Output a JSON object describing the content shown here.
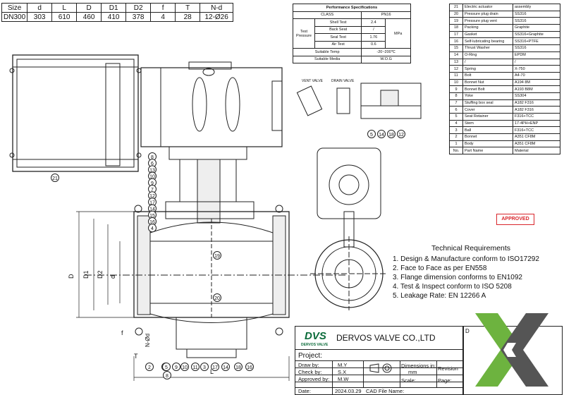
{
  "dims": {
    "headers": [
      "Size",
      "d",
      "L",
      "D",
      "D1",
      "D2",
      "f",
      "T",
      "N-d"
    ],
    "row": [
      "DN300",
      "303",
      "610",
      "460",
      "410",
      "378",
      "4",
      "28",
      "12-Ø26"
    ]
  },
  "performance": {
    "title": "Performance Specifications",
    "class_label": "CLASS",
    "class_value": "PN16",
    "test_label": "Test Pressure",
    "tests": [
      {
        "name": "Shell Test",
        "value": "2.4"
      },
      {
        "name": "Back Seat",
        "value": "/"
      },
      {
        "name": "Seal Test",
        "value": "1.76"
      },
      {
        "name": "Air Test",
        "value": "0.6"
      }
    ],
    "unit": "MPa",
    "temp_label": "Suitable Temp",
    "temp_value": "-20~200℃",
    "media_label": "Suitable Media",
    "media_value": "W.O.G"
  },
  "parts": {
    "rows": [
      {
        "no": "21",
        "name": "Electric actuator",
        "material": "assembly"
      },
      {
        "no": "20",
        "name": "Pressure plug drain",
        "material": "SS316"
      },
      {
        "no": "19",
        "name": "Pressure plug vent",
        "material": "SS316"
      },
      {
        "no": "18",
        "name": "Packing",
        "material": "Graphite"
      },
      {
        "no": "17",
        "name": "Gasket",
        "material": "SS316+Graphite"
      },
      {
        "no": "16",
        "name": "Self-lubricating bearing",
        "material": "SS316+PTFE"
      },
      {
        "no": "15",
        "name": "Thrust Washer",
        "material": "SS316"
      },
      {
        "no": "14",
        "name": "O-Ring",
        "material": "EPDM"
      },
      {
        "no": "13",
        "name": "/",
        "material": "/"
      },
      {
        "no": "12",
        "name": "Spring",
        "material": "X-750"
      },
      {
        "no": "11",
        "name": "Bolt",
        "material": "A4-70"
      },
      {
        "no": "10",
        "name": "Bonnet Nut",
        "material": "A194 8M"
      },
      {
        "no": "9",
        "name": "Bonnet Bolt",
        "material": "A193 B8M"
      },
      {
        "no": "8",
        "name": "Yoke",
        "material": "SS304"
      },
      {
        "no": "7",
        "name": "Stuffing box seal",
        "material": "A182 F316"
      },
      {
        "no": "6",
        "name": "Cover",
        "material": "A182 F316"
      },
      {
        "no": "5",
        "name": "Seat Retainer",
        "material": "F316+TCC"
      },
      {
        "no": "4",
        "name": "Stem",
        "material": "17-4PH+ENP"
      },
      {
        "no": "3",
        "name": "Ball",
        "material": "F316+TCC"
      },
      {
        "no": "2",
        "name": "Bonnet",
        "material": "A351 CF8M"
      },
      {
        "no": "1",
        "name": "Body",
        "material": "A351 CF8M"
      }
    ],
    "footer": {
      "no": "No.",
      "name": "Part Name",
      "material": "Material"
    }
  },
  "stamp": "APPROVED",
  "requirements": {
    "title": "Technical Requirements",
    "items": [
      "1. Design & Manufacture conform to ISO17292",
      "2. Face to Face as per EN558",
      "3. Flange dimension conforms to EN1092",
      "4. Test & Inspect  conform to  ISO 5208",
      "5. Leakage Rate: EN 12266 A"
    ]
  },
  "title_block": {
    "logo": "DVS",
    "logo_sub": "DERVOS VALVE",
    "company": "DERVOS VALVE CO.,LTD",
    "project": "Project:",
    "draw_by": "Draw by:",
    "draw_by_val": "M.Y",
    "check_by": "Check by:",
    "check_by_val": "S.X",
    "approved_by": "Approved by:",
    "approved_by_val": "M.W",
    "date": "Date:",
    "date_val": "2024.03.29",
    "dimensions": "Dimensions in:",
    "dimensions_val": "mm",
    "revision": "Revision",
    "scale": "Scale:",
    "page": "Page:",
    "cad": "CAD File Name:",
    "corner": "D"
  },
  "labels": {
    "vent_valve": "VENT VALVE",
    "drain_valve": "DRAIN VALVE",
    "dim_D": "D",
    "dim_D1": "D1",
    "dim_D2": "D2",
    "dim_d": "d",
    "dim_f": "f",
    "dim_T": "T",
    "dim_L": "L",
    "dim_Nd": "N-Ød",
    "callouts_left": [
      "8",
      "6",
      "13",
      "10",
      "9",
      "7",
      "12",
      "17",
      "14",
      "15",
      "16",
      "4"
    ],
    "callouts_bottom": [
      "2",
      "1",
      "8",
      "9",
      "10",
      "11",
      "3",
      "17",
      "14",
      "18",
      "16",
      "5"
    ],
    "callout_detail": [
      "5",
      "14",
      "18",
      "12"
    ],
    "callout_19": "19",
    "callout_20": "20",
    "callout_21": "21"
  },
  "colors": {
    "logo_green": "#0b6b3a",
    "accent_green": "#6db33f",
    "stamp_red": "#d9262c",
    "dark_grey": "#555555"
  }
}
